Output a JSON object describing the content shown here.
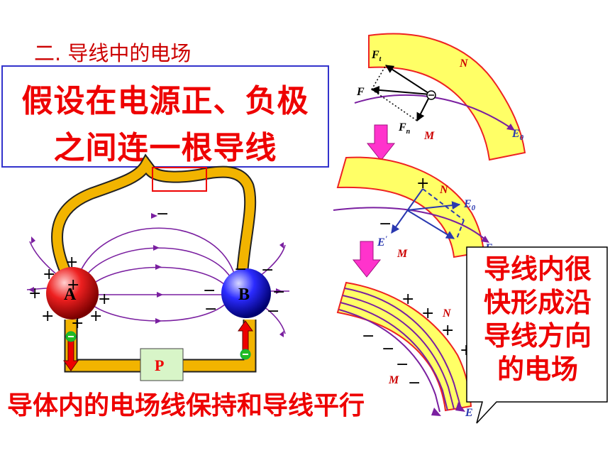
{
  "title": "二. 导线中的电场",
  "box": {
    "line1": "假设在电源正、负极",
    "line2": "之间连一根导线"
  },
  "bottom_text": "导体内的电场线保持和导线平行",
  "callout": {
    "lines": [
      "导线内很",
      "快形成沿",
      "导线方向",
      "的电场"
    ]
  },
  "circuit": {
    "pos_label": "A",
    "neg_label": "B",
    "source_label": "P",
    "plus": "+",
    "minus": "−"
  },
  "panel1": {
    "Ft": "F",
    "Ft_sub": "t",
    "F": "F",
    "Fn": "F",
    "Fn_sub": "n",
    "N": "N",
    "M": "M",
    "E0": "E",
    "E0_sub": "0"
  },
  "panel2": {
    "N": "N",
    "M": "M",
    "E0a": "E",
    "E0a_sub": "0",
    "E0b": "E",
    "E0b_sub": "0",
    "Eprime": "E",
    "Eprime_sup": "'"
  },
  "panel3": {
    "N": "N",
    "M": "M",
    "E": "E"
  },
  "colors": {
    "red": "#ee0000",
    "wire": "#f2b400",
    "band": "#ffff66",
    "field": "#7a1fa0",
    "arrow": "#ff33cc",
    "vector": "#2a38b0"
  }
}
